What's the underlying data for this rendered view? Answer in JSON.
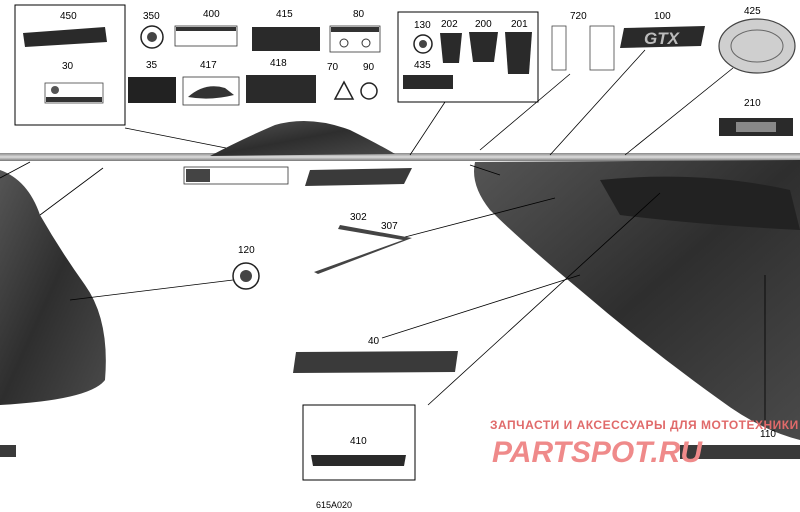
{
  "diagram": {
    "part_numbers": {
      "p450": "450",
      "p30": "30",
      "p350": "350",
      "p35": "35",
      "p400": "400",
      "p417": "417",
      "p415": "415",
      "p418": "418",
      "p80": "80",
      "p70": "70",
      "p90": "90",
      "p130": "130",
      "p202": "202",
      "p200": "200",
      "p201": "201",
      "p435": "435",
      "p720": "720",
      "p100": "100",
      "p425": "425",
      "p210": "210",
      "p302": "302",
      "p307": "307",
      "p120": "120",
      "p40": "40",
      "p410": "410",
      "p110": "110"
    },
    "model_badge": "GTX",
    "figure_code": "615A020"
  },
  "watermark": {
    "tagline": "ЗАПЧАСТИ И АКСЕССУАРЫ ДЛЯ МОТОТЕХНИКИ",
    "logo": "PARTSPOT.RU"
  },
  "colors": {
    "decal_dark": "#2a2a2a",
    "hull_dark": "#3a3a3a",
    "watermark": "#e06a6a"
  }
}
